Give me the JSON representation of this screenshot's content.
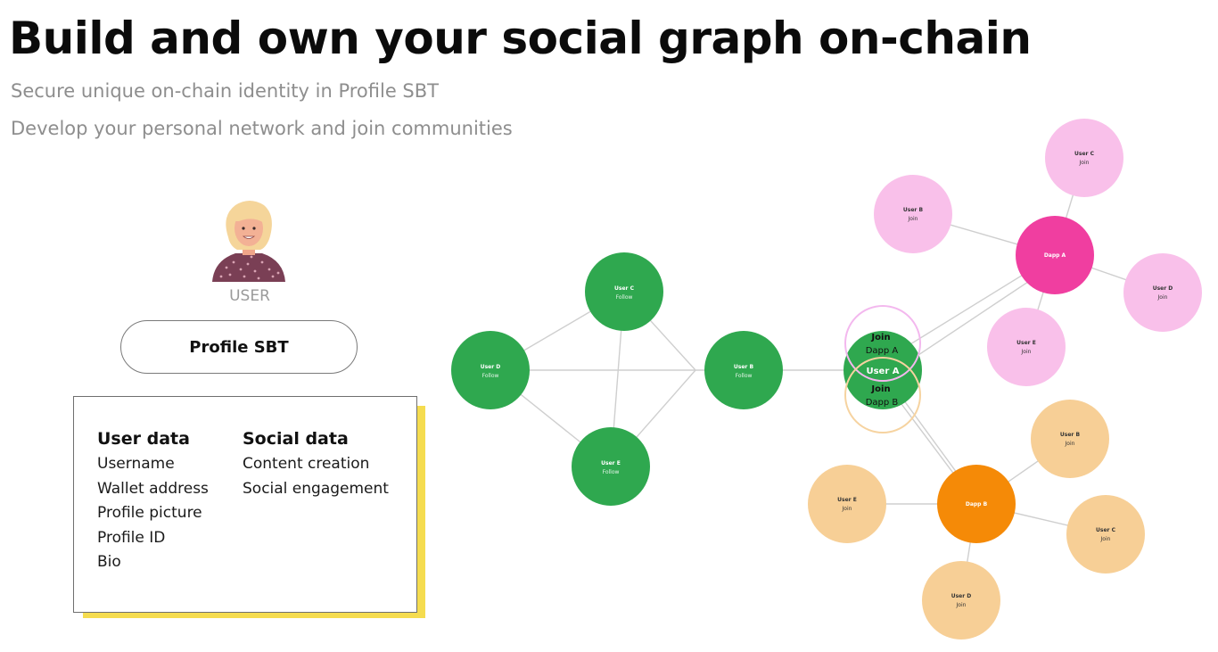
{
  "header": {
    "title": "Build and own your social graph on-chain",
    "subtitle1": "Secure unique on-chain identity in Profile SBT",
    "subtitle2": "Develop your personal network and join communities"
  },
  "profile": {
    "user_label": "USER",
    "sbt_label": "Profile SBT",
    "user_data": {
      "heading": "User data",
      "items": [
        "Username",
        "Wallet address",
        "Profile picture",
        "Profile ID",
        "Bio"
      ]
    },
    "social_data": {
      "heading": "Social data",
      "items": [
        "Content creation",
        "Social engagement"
      ]
    }
  },
  "colors": {
    "follow_green": "#2fa84f",
    "dapp_a_pink": "#f03ea0",
    "dapp_a_member": "#f9c0ea",
    "dapp_b_orange": "#f58a07",
    "dapp_b_member": "#f7cf96",
    "card_shadow": "#f5dc4f"
  },
  "graph": {
    "green_nodes": {
      "user_c": {
        "title": "User C",
        "sub": "Follow"
      },
      "user_d": {
        "title": "User D",
        "sub": "Follow"
      },
      "user_b": {
        "title": "User B",
        "sub": "Follow"
      },
      "user_e": {
        "title": "User E",
        "sub": "Follow"
      }
    },
    "center": {
      "join_a": "Join",
      "dapp_a": "Dapp A",
      "user_a": "User A",
      "join_b": "Join",
      "dapp_b": "Dapp B"
    },
    "dapp_a": {
      "hub": "Dapp A",
      "members": {
        "user_c": {
          "title": "User C",
          "sub": "Join"
        },
        "user_b": {
          "title": "User B",
          "sub": "Join"
        },
        "user_d": {
          "title": "User D",
          "sub": "Join"
        },
        "user_e": {
          "title": "User E",
          "sub": "Join"
        }
      }
    },
    "dapp_b": {
      "hub": "Dapp B",
      "members": {
        "user_b": {
          "title": "User B",
          "sub": "Join"
        },
        "user_e": {
          "title": "User E",
          "sub": "Join"
        },
        "user_c": {
          "title": "User C",
          "sub": "Join"
        },
        "user_d": {
          "title": "User D",
          "sub": "Join"
        }
      }
    }
  }
}
